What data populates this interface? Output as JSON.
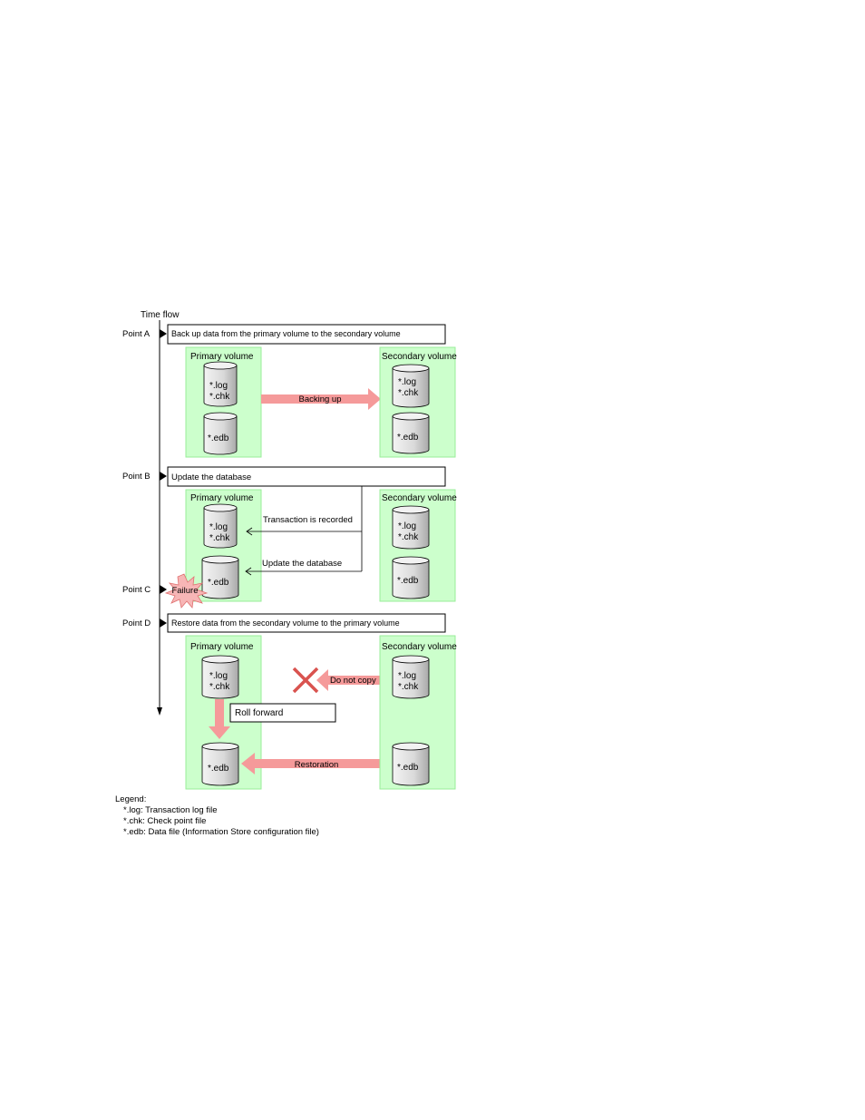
{
  "timeline": {
    "label": "Time flow"
  },
  "points": {
    "a": {
      "label": "Point  A",
      "text": "Back up data from the primary volume to the secondary volume"
    },
    "b": {
      "label": "Point  B",
      "text": "Update the database"
    },
    "c": {
      "label": "Point  C",
      "text": "Failure"
    },
    "d": {
      "label": "Point  D",
      "text": "Restore data from the secondary volume to the primary volume"
    }
  },
  "volumes": {
    "primary": "Primary volume",
    "secondary": "Secondary volume"
  },
  "files": {
    "log": "*.log",
    "chk": "*.chk",
    "edb": "*.edb"
  },
  "arrows": {
    "backing_up": "Backing up",
    "transaction_recorded": "Transaction is recorded",
    "update_database": "Update the database",
    "do_not_copy": "Do not copy",
    "roll_forward": "Roll forward",
    "restoration": "Restoration"
  },
  "legend": {
    "title": "Legend:",
    "items": [
      "*.log: Transaction log file",
      "*.chk: Check point file",
      "*.edb: Data file (Information Store configuration file)"
    ]
  },
  "colors": {
    "volume_fill": "#ccffcc",
    "volume_border": "#99ee99",
    "arrow_fill": "#f59a9a",
    "cross": "#d9534f",
    "cylinder_light": "#f2f2f2",
    "cylinder_dark": "#b5b5b5"
  }
}
